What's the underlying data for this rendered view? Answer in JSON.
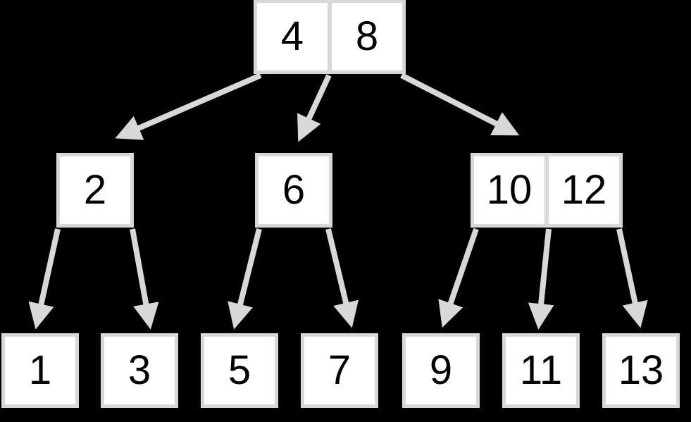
{
  "diagram": {
    "type": "b-tree",
    "colors": {
      "background": "#000000",
      "node_fill": "#ffffff",
      "node_border": "#d8d8d8",
      "arrow": "#d8d8d8",
      "text": "#000000"
    },
    "levels": [
      {
        "name": "root",
        "nodes": [
          {
            "id": "node-4-8",
            "keys": [
              "4",
              "8"
            ]
          }
        ]
      },
      {
        "name": "internal",
        "nodes": [
          {
            "id": "node-2",
            "keys": [
              "2"
            ]
          },
          {
            "id": "node-6",
            "keys": [
              "6"
            ]
          },
          {
            "id": "node-10-12",
            "keys": [
              "10",
              "12"
            ]
          }
        ]
      },
      {
        "name": "leaves",
        "nodes": [
          {
            "id": "leaf-1",
            "keys": [
              "1"
            ]
          },
          {
            "id": "leaf-3",
            "keys": [
              "3"
            ]
          },
          {
            "id": "leaf-5",
            "keys": [
              "5"
            ]
          },
          {
            "id": "leaf-7",
            "keys": [
              "7"
            ]
          },
          {
            "id": "leaf-9",
            "keys": [
              "9"
            ]
          },
          {
            "id": "leaf-11",
            "keys": [
              "11"
            ]
          },
          {
            "id": "leaf-13",
            "keys": [
              "13"
            ]
          }
        ]
      }
    ],
    "edges": [
      {
        "from": "node-4-8",
        "to": "node-2"
      },
      {
        "from": "node-4-8",
        "to": "node-6"
      },
      {
        "from": "node-4-8",
        "to": "node-10-12"
      },
      {
        "from": "node-2",
        "to": "leaf-1"
      },
      {
        "from": "node-2",
        "to": "leaf-3"
      },
      {
        "from": "node-6",
        "to": "leaf-5"
      },
      {
        "from": "node-6",
        "to": "leaf-7"
      },
      {
        "from": "node-10-12",
        "to": "leaf-9"
      },
      {
        "from": "node-10-12",
        "to": "leaf-11"
      },
      {
        "from": "node-10-12",
        "to": "leaf-13"
      }
    ]
  }
}
